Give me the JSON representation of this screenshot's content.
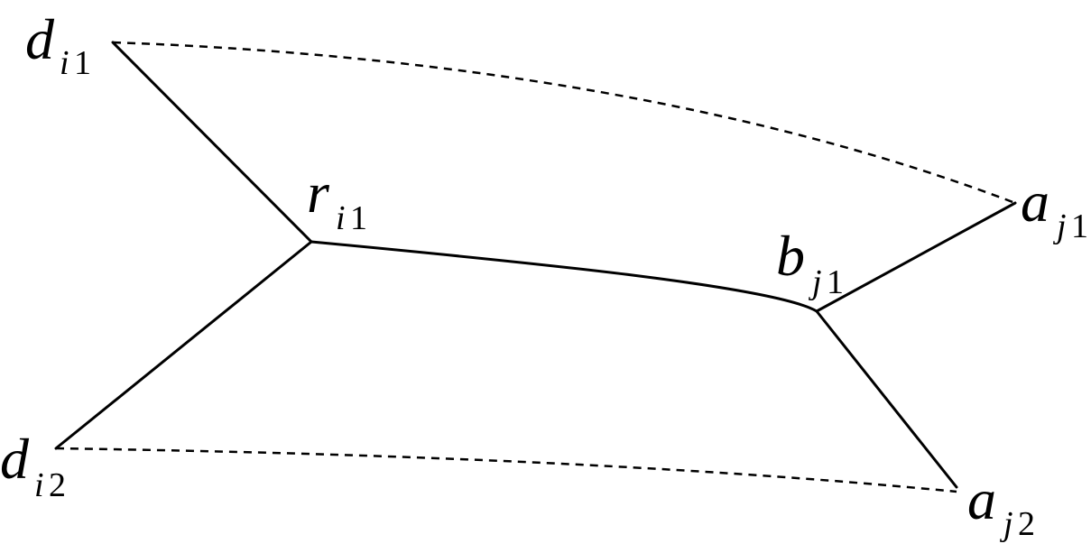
{
  "nodes": {
    "d_i1": {
      "main": "d",
      "sub_var": "i",
      "sub_num": "1"
    },
    "d_i2": {
      "main": "d",
      "sub_var": "i",
      "sub_num": "2"
    },
    "r_i1": {
      "main": "r",
      "sub_var": "i",
      "sub_num": "1"
    },
    "b_j1": {
      "main": "b",
      "sub_var": "j",
      "sub_num": "1"
    },
    "a_j1": {
      "main": "a",
      "sub_var": "j",
      "sub_num": "1"
    },
    "a_j2": {
      "main": "a",
      "sub_var": "j",
      "sub_num": "2"
    }
  },
  "edges": [
    {
      "from": "d_i1",
      "to": "r_i1",
      "style": "solid"
    },
    {
      "from": "d_i2",
      "to": "r_i1",
      "style": "solid"
    },
    {
      "from": "r_i1",
      "to": "b_j1",
      "style": "solid"
    },
    {
      "from": "b_j1",
      "to": "a_j1",
      "style": "solid"
    },
    {
      "from": "b_j1",
      "to": "a_j2",
      "style": "solid"
    },
    {
      "from": "d_i1",
      "to": "a_j1",
      "style": "dashed"
    },
    {
      "from": "d_i2",
      "to": "a_j2",
      "style": "dashed"
    }
  ]
}
